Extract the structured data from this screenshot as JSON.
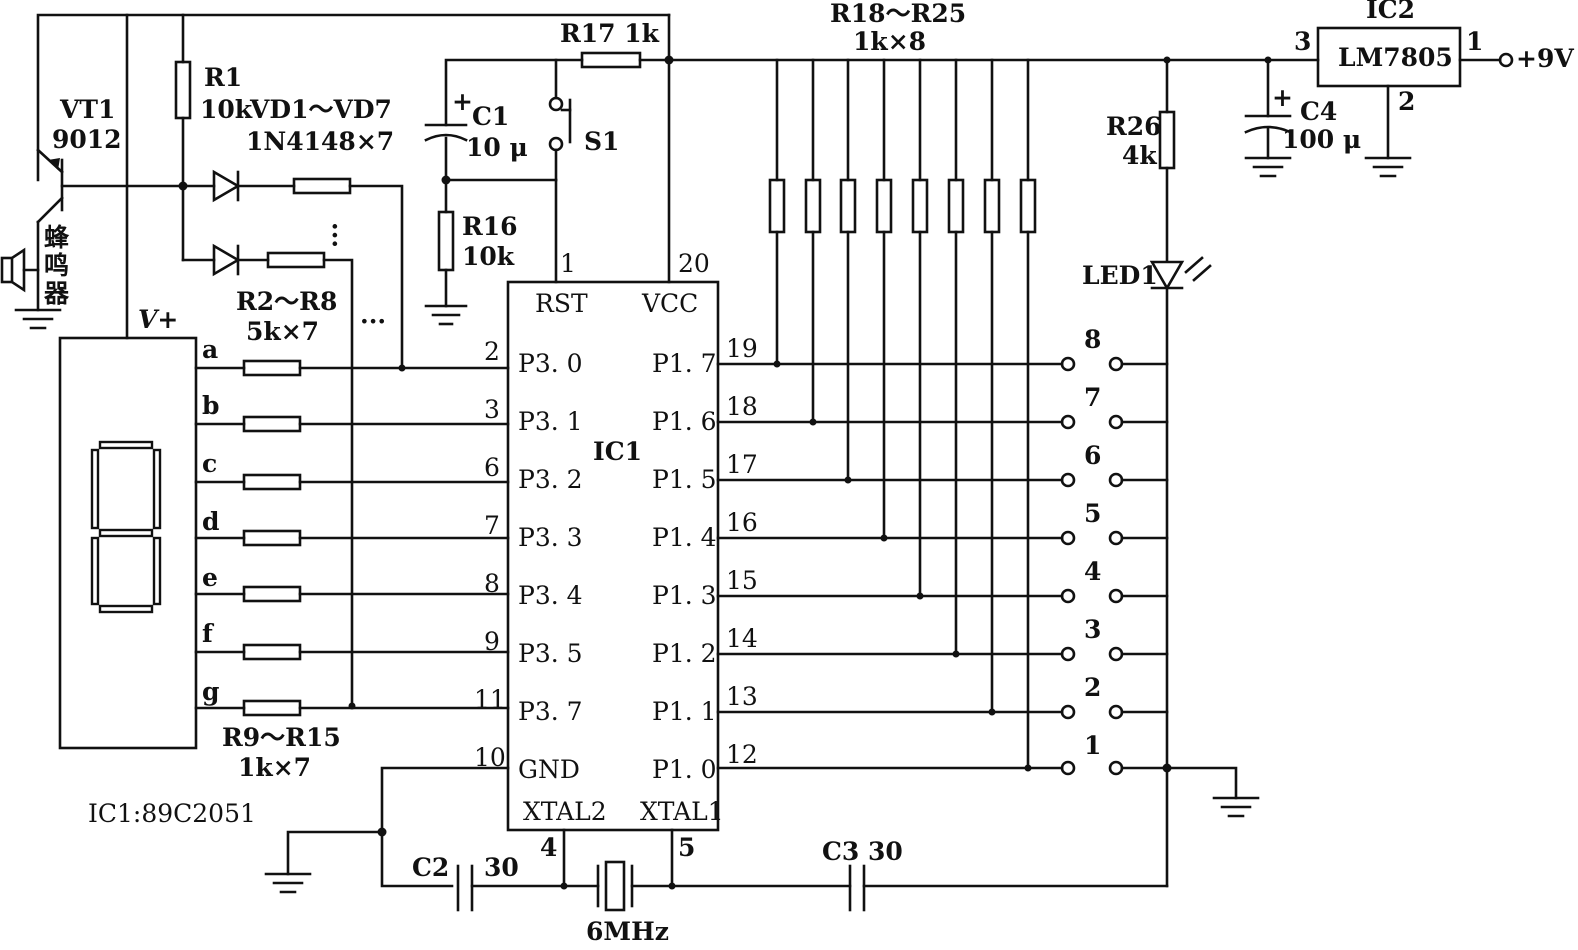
{
  "ic1": {
    "name": "IC1",
    "caption": "IC1:89C2051",
    "rst_label": "RST",
    "vcc_label": "VCC",
    "gnd_label": "GND",
    "xtal2_label": "XTAL2",
    "xtal1_label": "XTAL1",
    "left_pins": [
      {
        "num": "2",
        "name": "P3. 0"
      },
      {
        "num": "3",
        "name": "P3. 1"
      },
      {
        "num": "6",
        "name": "P3. 2"
      },
      {
        "num": "7",
        "name": "P3. 3"
      },
      {
        "num": "8",
        "name": "P3. 4"
      },
      {
        "num": "9",
        "name": "P3. 5"
      },
      {
        "num": "11",
        "name": "P3. 7"
      }
    ],
    "right_pins": [
      {
        "num": "19",
        "name": "P1. 7"
      },
      {
        "num": "18",
        "name": "P1. 6"
      },
      {
        "num": "17",
        "name": "P1. 5"
      },
      {
        "num": "16",
        "name": "P1. 4"
      },
      {
        "num": "15",
        "name": "P1. 3"
      },
      {
        "num": "14",
        "name": "P1. 2"
      },
      {
        "num": "13",
        "name": "P1. 1"
      },
      {
        "num": "12",
        "name": "P1. 0"
      }
    ],
    "pin_rst": "1",
    "pin_vcc": "20",
    "pin_gnd": "10",
    "pin_xtal2": "4",
    "pin_xtal1": "5"
  },
  "ic2": {
    "name": "IC2",
    "part": "LM7805",
    "pin_in": "3",
    "pin_out": "1",
    "pin_gnd": "2"
  },
  "supply": "+9V",
  "vt1": {
    "name": "VT1",
    "part": "9012"
  },
  "buzzer_chars": [
    "蜂",
    "鸣",
    "器"
  ],
  "r1": {
    "name": "R1",
    "value": "10k"
  },
  "diodes": {
    "name": "VD1～VD7",
    "value": "1N4148×7"
  },
  "r2_r8": {
    "name": "R2～R8",
    "value": "5k×7"
  },
  "r9_r15": {
    "name": "R9～R15",
    "value": "1k×7"
  },
  "r16": {
    "name": "R16",
    "value": "10k"
  },
  "r17": "R17  1k",
  "r18_r25": {
    "name": "R18～R25",
    "value": "1k×8"
  },
  "r26": {
    "name": "R26",
    "value": "4k"
  },
  "c1": {
    "name": "C1",
    "value": "10 μ"
  },
  "c2": {
    "name": "C2",
    "value": "30"
  },
  "c3": "C3  30",
  "c4": {
    "name": "C4",
    "value": "100 μ"
  },
  "s1": "S1",
  "led1": "LED1",
  "crystal": "6MHz",
  "display": {
    "vplus": "V+",
    "segments": [
      "a",
      "b",
      "c",
      "d",
      "e",
      "f",
      "g"
    ]
  },
  "keys": [
    "8",
    "7",
    "6",
    "5",
    "4",
    "3",
    "2",
    "1"
  ],
  "plus_sign": "+",
  "dots": "···"
}
